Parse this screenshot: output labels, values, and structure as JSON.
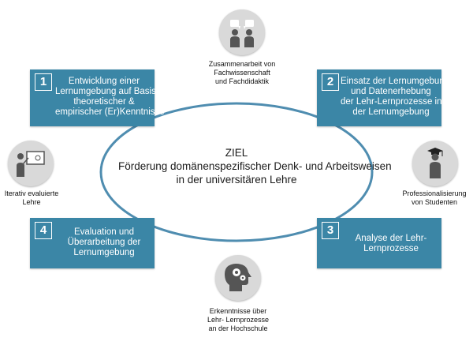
{
  "goal": {
    "heading": "ZIEL",
    "line1": "Förderung domänenspezifischer Denk- und Arbeitsweisen",
    "line2": "in der universitären Lehre"
  },
  "steps": [
    {
      "number": "1",
      "lines": [
        "Entwicklung einer",
        "Lernumgebung auf Basis",
        "theoretischer &",
        "empirischer (Er)Kenntnisse"
      ]
    },
    {
      "number": "2",
      "lines": [
        "Einsatz der Lernumgebung",
        "und Datenerhebung",
        "der Lehr-Lernprozesse in",
        "der Lernumgebung"
      ]
    },
    {
      "number": "3",
      "lines": [
        "Analyse der Lehr-",
        "Lernprozesse"
      ]
    },
    {
      "number": "4",
      "lines": [
        "Evaluation und",
        "Überarbeitung der",
        "Lernumgebung"
      ]
    }
  ],
  "icons": {
    "top": {
      "icon": "discussion-icon",
      "caption": [
        "Zusammenarbeit von",
        "Fachwissenschaft",
        "und Fachdidaktik"
      ]
    },
    "left": {
      "icon": "presentation-icon",
      "caption": [
        "Iterativ evaluierte",
        "Lehre"
      ]
    },
    "right": {
      "icon": "graduate-icon",
      "caption": [
        "Professionalisierung",
        "von Studenten"
      ]
    },
    "bottom": {
      "icon": "head-gears-icon",
      "caption": [
        "Erkenntnisse über",
        "Lehr- Lernprozesse",
        "an der Hochschule"
      ]
    }
  },
  "colors": {
    "box": "#3b86a6",
    "ellipse": "#4f8db0",
    "icon_bg": "#d9d9d9",
    "icon_fg": "#555555"
  }
}
